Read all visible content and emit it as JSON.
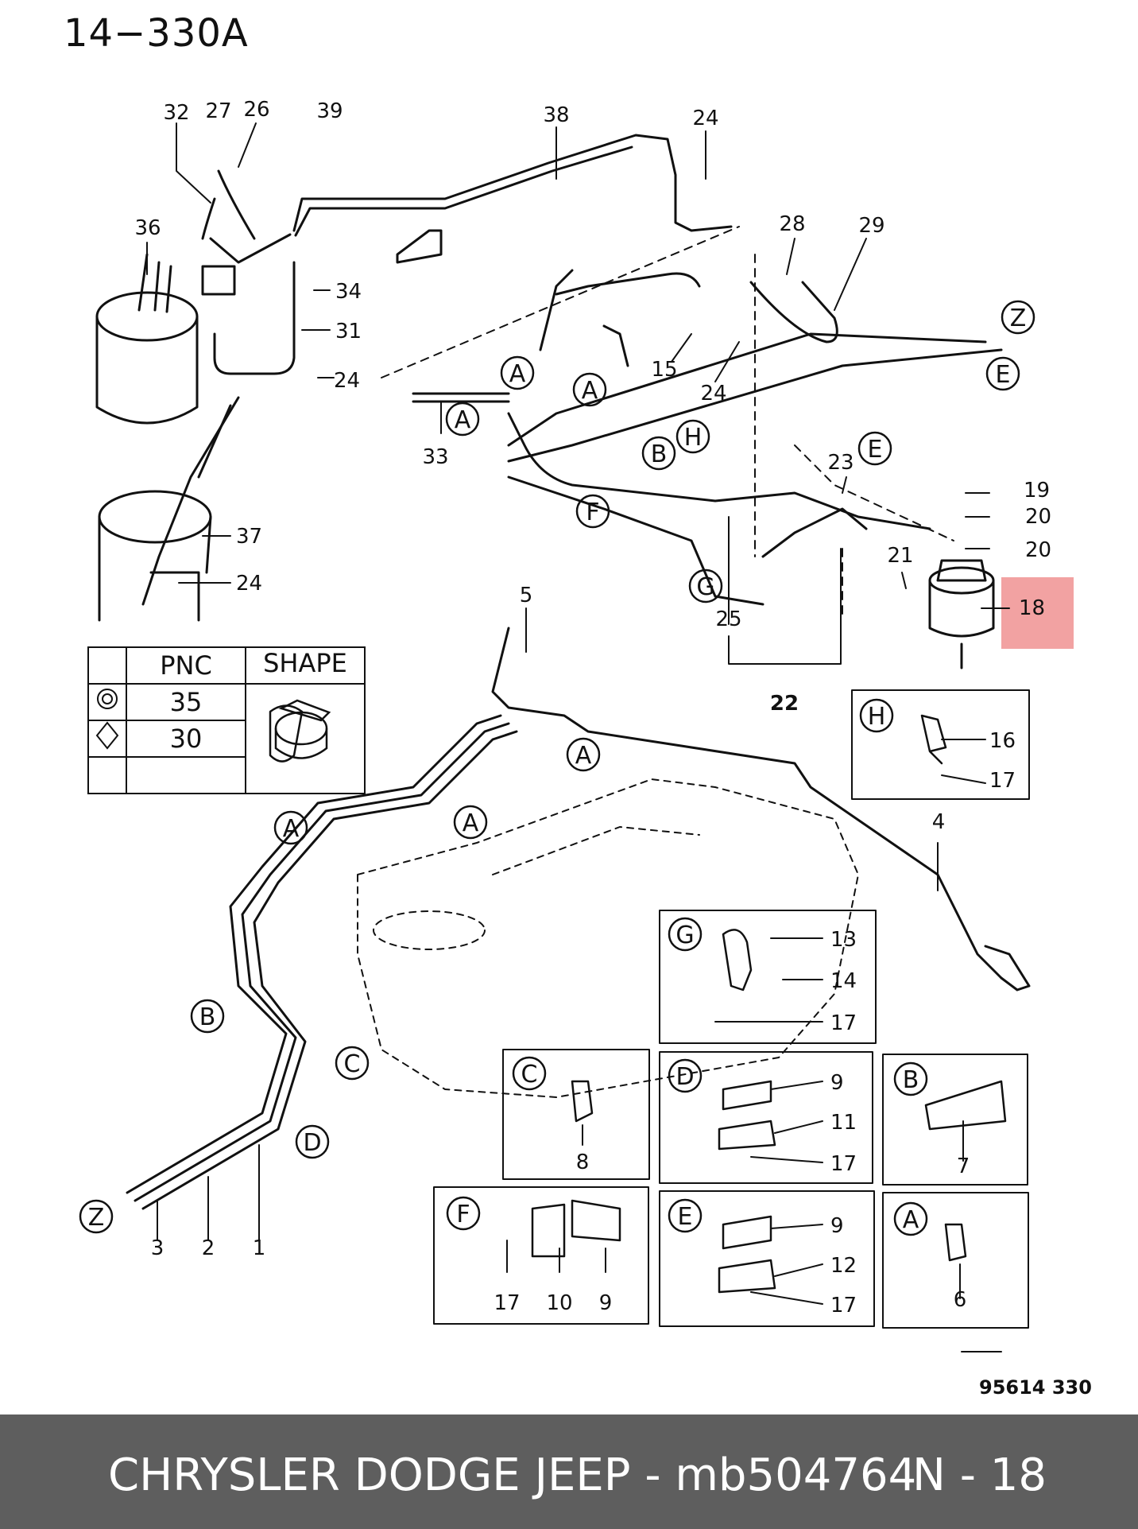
{
  "header": {
    "title": "14−330A"
  },
  "highlight": {
    "part": "18"
  },
  "table": {
    "col_pnc": "PNC",
    "col_shape": "SHAPE",
    "rows": [
      {
        "symbol": "circle-clip-icon",
        "pnc": "35"
      },
      {
        "symbol": "diamond-icon",
        "pnc": "30"
      }
    ]
  },
  "callouts": {
    "p32": "32",
    "p27": "27",
    "p26": "26",
    "p39": "39",
    "p38": "38",
    "p24a": "24",
    "p36": "36",
    "p34": "34",
    "p31": "31",
    "p24b": "24",
    "p33": "33",
    "p28": "28",
    "p29": "29",
    "p15": "15",
    "p24c": "24",
    "p23": "23",
    "p19": "19",
    "p20a": "20",
    "p20b": "20",
    "p21": "21",
    "p37": "37",
    "p24d": "24",
    "p5": "5",
    "p25": "25",
    "p22": "22",
    "p4": "4",
    "p16": "16",
    "p17a": "17",
    "p13": "13",
    "p14": "14",
    "p17b": "17",
    "p8": "8",
    "p9a": "9",
    "p11": "11",
    "p17c": "17",
    "p7": "7",
    "p3": "3",
    "p2": "2",
    "p1": "1",
    "p17d": "17",
    "p10": "10",
    "p9b": "9",
    "p9c": "9",
    "p12": "12",
    "p17e": "17",
    "p6": "6",
    "p18": "18"
  },
  "refs": {
    "A": "A",
    "B": "B",
    "C": "C",
    "D": "D",
    "E": "E",
    "F": "F",
    "G": "G",
    "H": "H",
    "Z": "Z"
  },
  "doc_code": "95614  330",
  "footer": {
    "left": "CHRYSLER DODGE JEEP - mb504764",
    "right": "N - 18"
  }
}
